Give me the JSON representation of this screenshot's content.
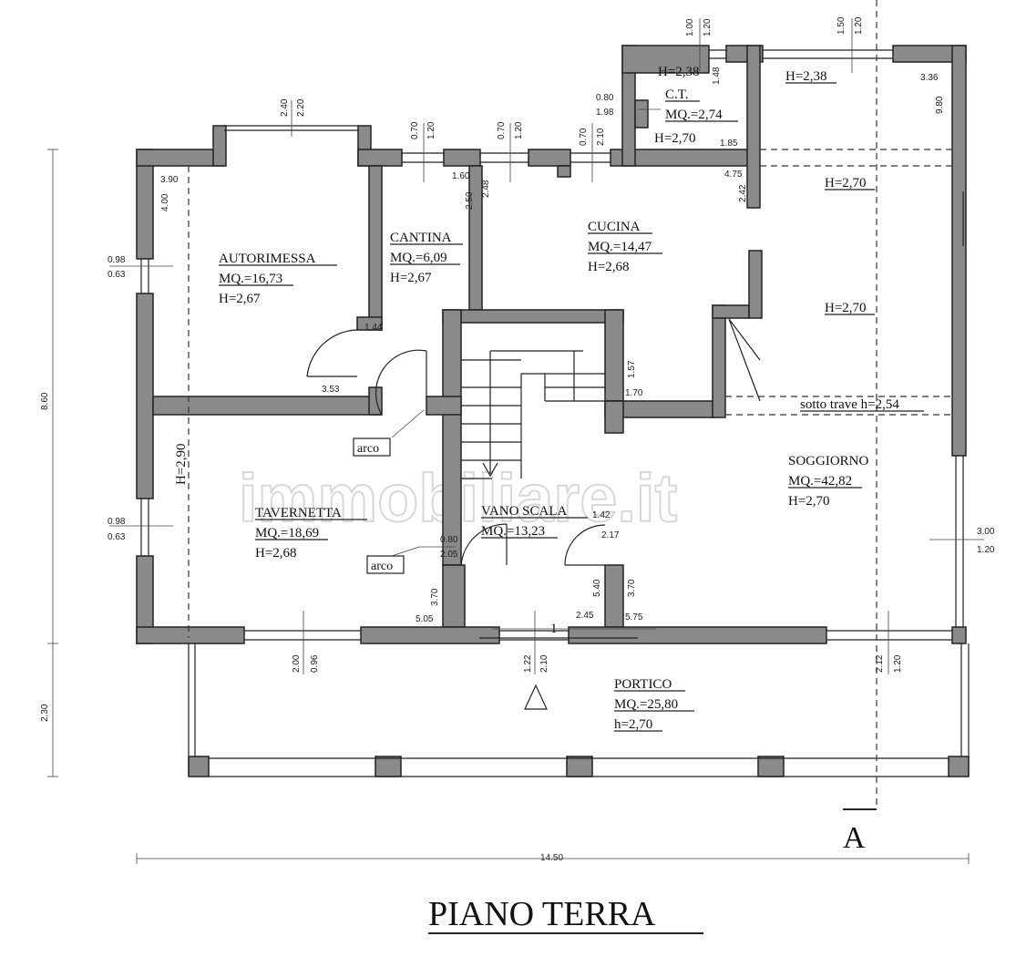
{
  "title": "PIANO TERRA",
  "section_marker": "A",
  "watermark": "immobiliare.it",
  "rooms": {
    "autorimessa": {
      "name": "AUTORIMESSA",
      "area": "MQ.=16,73",
      "height": "H=2,67"
    },
    "cantina": {
      "name": "CANTINA",
      "area": "MQ.=6,09",
      "height": "H=2,67"
    },
    "cucina": {
      "name": "CUCINA",
      "area": "MQ.=14,47",
      "height": "H=2,68"
    },
    "ct": {
      "name": "C.T.",
      "area": "MQ.=2,74",
      "height": "H=2,70",
      "top_height": "H=2,38"
    },
    "soggiorno": {
      "name": "SOGGIORNO",
      "area": "MQ.=42,82",
      "height": "H=2,70"
    },
    "tavernetta": {
      "name": "TAVERNETTA",
      "area": "MQ.=18,69",
      "height": "H=2,68"
    },
    "vano_scala": {
      "name": "VANO SCALA",
      "area": "MQ.=13,23"
    },
    "portico": {
      "name": "PORTICO",
      "area": "MQ.=25,80",
      "height": "h=2,70"
    }
  },
  "notes": {
    "h_top_right": "H=2,38",
    "h_right_1": "H=2,70",
    "h_right_2": "H=2,70",
    "sotto_trave": "sotto trave h=2,54",
    "tavernetta_side": "H=2,90",
    "arco_1": "arco",
    "arco_2": "arco",
    "stair_mark": "1"
  },
  "dims": {
    "d_240": "2.40",
    "d_220": "2.20",
    "d_070a": "0.70",
    "d_120a": "1.20",
    "d_070b": "0.70",
    "d_120b": "1.20",
    "d_070c": "0.70",
    "d_210a": "2.10",
    "d_100": "1.00",
    "d_120c": "1.20",
    "d_150": "1.50",
    "d_120d": "1.20",
    "d_080a": "0.80",
    "d_198": "1.98",
    "d_148": "1.48",
    "d_185": "1.85",
    "d_336": "3.36",
    "d_980": "9.80",
    "d_390": "3.90",
    "d_400": "4.00",
    "d_160": "1.60",
    "d_250": "2.50",
    "d_248": "2.48",
    "d_475": "4.75",
    "d_242": "2.42",
    "d_098a": "0.98",
    "d_063a": "0.63",
    "d_144": "1.44",
    "d_353": "3.53",
    "d_157": "1.57",
    "d_170": "1.70",
    "d_098b": "0.98",
    "d_063b": "0.63",
    "d_080b": "0.80",
    "d_205": "2.05",
    "d_142": "1.42",
    "d_217": "2.17",
    "d_300": "3.00",
    "d_120e": "1.20",
    "d_370a": "3.70",
    "d_505": "5.05",
    "d_540": "5.40",
    "d_370b": "3.70",
    "d_245": "2.45",
    "d_575": "5.75",
    "d_200": "2.00",
    "d_096": "0.96",
    "d_122": "1.22",
    "d_210b": "2.10",
    "d_212": "2.12",
    "d_120f": "1.20",
    "d_860": "8.60",
    "d_230": "2.30",
    "d_1450": "14.50"
  }
}
